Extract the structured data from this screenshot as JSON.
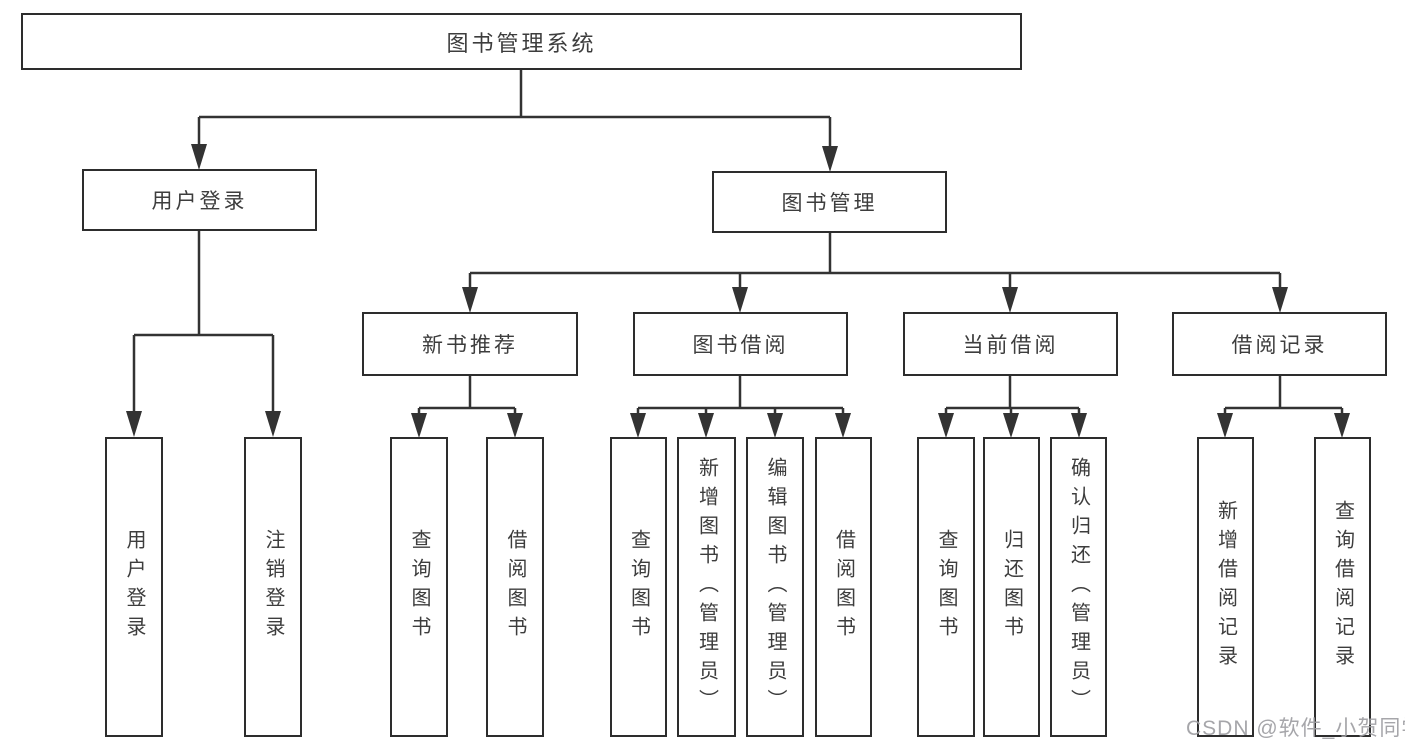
{
  "colors": {
    "background": "#ffffff",
    "box_border": "#2d2d2d",
    "connector_line": "#333333",
    "text": "#3d3d3d",
    "watermark_text": "#9f9fa3"
  },
  "tree": {
    "root": "图书管理系统",
    "branches": [
      {
        "label": "用户登录",
        "children": [
          "用户登录",
          "注销登录"
        ]
      },
      {
        "label": "图书管理",
        "sections": [
          {
            "label": "新书推荐",
            "children": [
              "查询图书",
              "借阅图书"
            ]
          },
          {
            "label": "图书借阅",
            "children": [
              "查询图书",
              "新增图书（管理员）",
              "编辑图书（管理员）",
              "借阅图书"
            ]
          },
          {
            "label": "当前借阅",
            "children": [
              "查询图书",
              "归还图书",
              "确认归还（管理员）"
            ]
          },
          {
            "label": "借阅记录",
            "children": [
              "新增借阅记录",
              "查询借阅记录"
            ]
          }
        ]
      }
    ]
  },
  "watermark": "CSDN @软件_小贺同学"
}
